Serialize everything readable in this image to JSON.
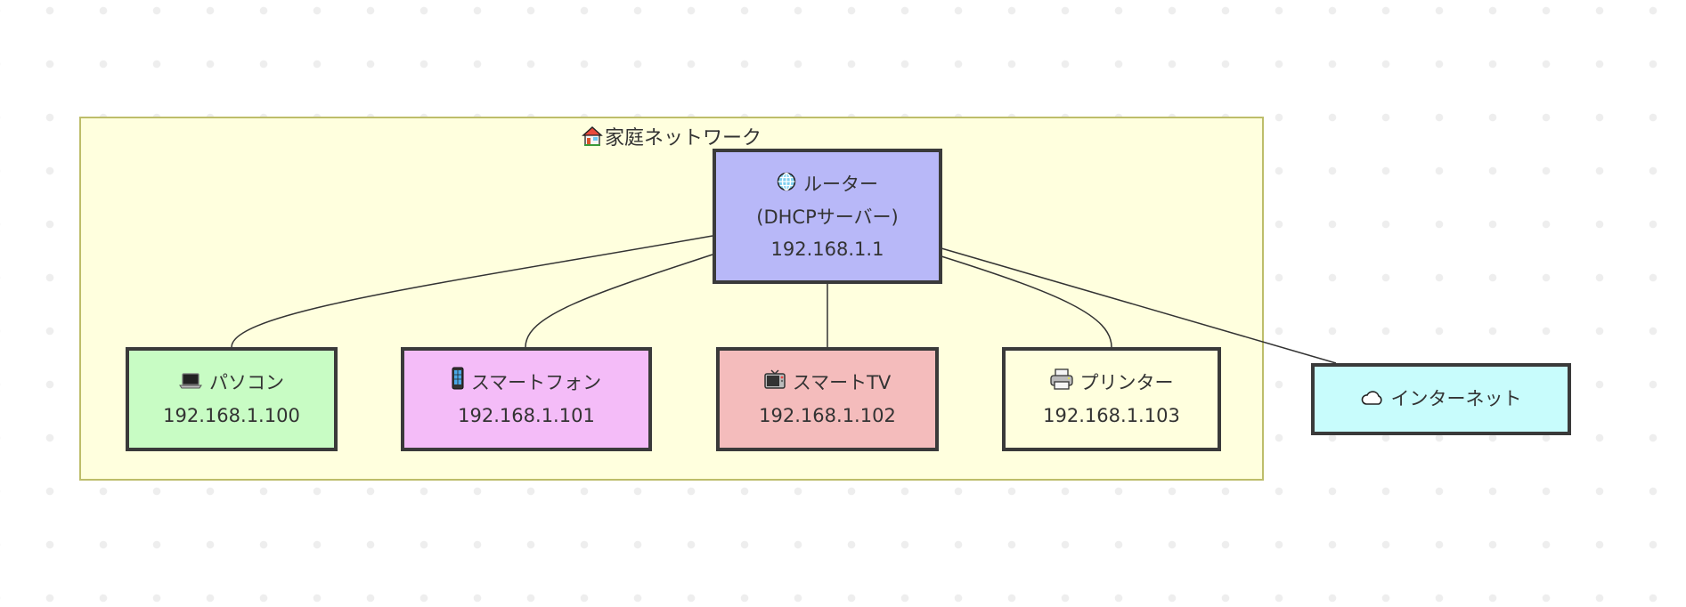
{
  "cluster": {
    "icon": "house-icon",
    "label": "家庭ネットワーク",
    "fill": "#ffffde",
    "stroke": "#bdbd6a"
  },
  "nodes": {
    "router": {
      "icon": "globe-icon",
      "title": "ルーター",
      "subtitle": "(DHCPサーバー)",
      "ip": "192.168.1.1",
      "fill": "#b8b8f8"
    },
    "pc": {
      "icon": "laptop-icon",
      "title": "パソコン",
      "ip": "192.168.1.100",
      "fill": "#c8fcc4"
    },
    "phone": {
      "icon": "mobile-phone-icon",
      "title": "スマートフォン",
      "ip": "192.168.1.101",
      "fill": "#f4bcf8"
    },
    "tv": {
      "icon": "television-icon",
      "title": "スマートTV",
      "ip": "192.168.1.102",
      "fill": "#f4bcbc"
    },
    "printer": {
      "icon": "printer-icon",
      "title": "プリンター",
      "ip": "192.168.1.103",
      "fill": "#ffffde"
    },
    "internet": {
      "icon": "cloud-icon",
      "title": "インターネット",
      "fill": "#c8fcfc"
    }
  },
  "edges": [
    {
      "from": "router",
      "to": "pc"
    },
    {
      "from": "router",
      "to": "phone"
    },
    {
      "from": "router",
      "to": "tv"
    },
    {
      "from": "router",
      "to": "printer"
    },
    {
      "from": "router",
      "to": "internet"
    }
  ]
}
